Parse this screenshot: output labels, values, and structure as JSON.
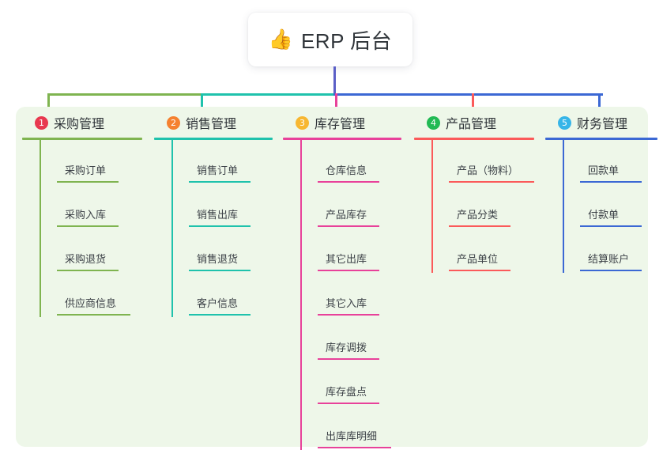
{
  "root": {
    "icon": "thumbs-up-emoji",
    "icon_glyph": "👍",
    "title": "ERP 后台"
  },
  "palette": {
    "page_background": "#ffffff",
    "panel_background": "#eef7e9",
    "card_background": "#ffffff",
    "text": "#2f3439",
    "trunk": "#5b5fc7"
  },
  "columns": [
    {
      "number": "1",
      "title": "采购管理",
      "line_color": "#7fb450",
      "badge_color": "#e8384f",
      "items": [
        {
          "label": "采购订单"
        },
        {
          "label": "采购入库"
        },
        {
          "label": "采购退货"
        },
        {
          "label": "供应商信息"
        }
      ]
    },
    {
      "number": "2",
      "title": "销售管理",
      "line_color": "#1fc2ac",
      "badge_color": "#f5812f",
      "items": [
        {
          "label": "销售订单"
        },
        {
          "label": "销售出库"
        },
        {
          "label": "销售退货"
        },
        {
          "label": "客户信息"
        }
      ]
    },
    {
      "number": "3",
      "title": "库存管理",
      "line_color": "#e8419a",
      "badge_color": "#f7b731",
      "items": [
        {
          "label": "仓库信息"
        },
        {
          "label": "产品库存"
        },
        {
          "label": "其它出库"
        },
        {
          "label": "其它入库"
        },
        {
          "label": "库存调拨"
        },
        {
          "label": "库存盘点"
        },
        {
          "label": "出库库明细"
        }
      ]
    },
    {
      "number": "4",
      "title": "产品管理",
      "line_color": "#fb5a5a",
      "badge_color": "#21ba54",
      "items": [
        {
          "label": "产品（物料）"
        },
        {
          "label": "产品分类"
        },
        {
          "label": "产品单位"
        }
      ]
    },
    {
      "number": "5",
      "title": "财务管理",
      "line_color": "#3b68d4",
      "badge_color": "#36b5e8",
      "items": [
        {
          "label": "回款单"
        },
        {
          "label": "付款单"
        },
        {
          "label": "结算账户"
        }
      ]
    }
  ]
}
